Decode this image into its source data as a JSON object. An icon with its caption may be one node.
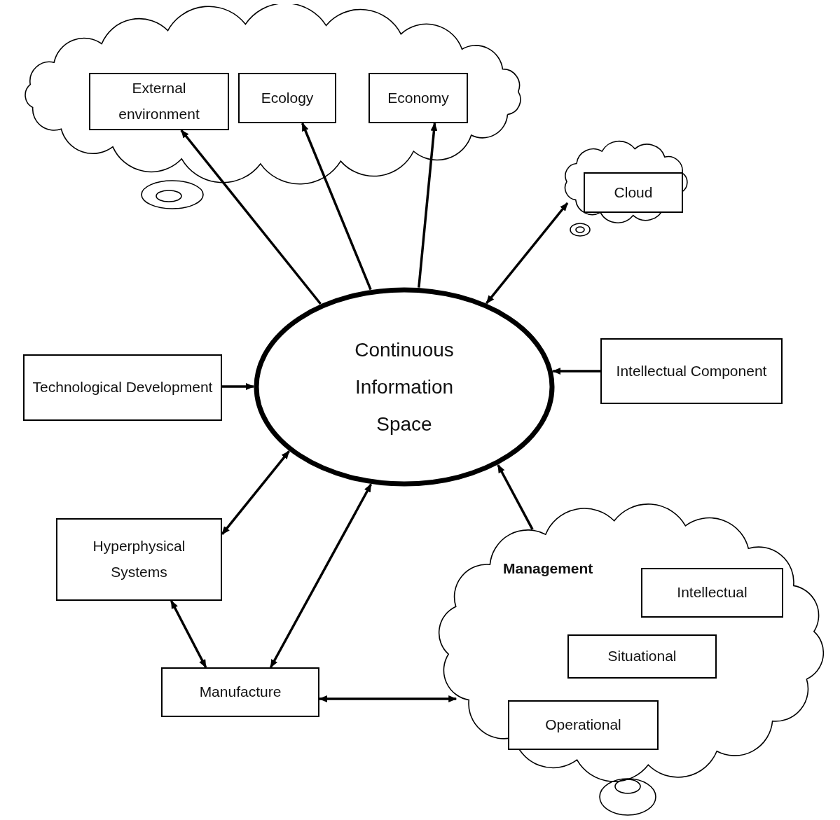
{
  "diagram": {
    "nodes": [
      {
        "text": [],
        "shape": "cloud"
      },
      {
        "text": [
          "External environment"
        ],
        "in": 0
      },
      {
        "text": [
          "Ecology"
        ],
        "in": 0
      },
      {
        "text": [
          "Economy"
        ],
        "in": 0
      },
      {
        "text": [],
        "shape": "cloud"
      },
      {
        "text": [
          "Cloud"
        ],
        "in": 4
      },
      {
        "text": [
          "Continuous Information Space"
        ]
      },
      {
        "text": [
          "Technological Development"
        ]
      },
      {
        "text": [
          "Intellectual Component"
        ]
      },
      {
        "text": [
          "Hyperphysical Systems"
        ]
      },
      {
        "text": [
          "Manufacture"
        ]
      },
      {
        "text": [
          "Management"
        ]
      },
      {
        "text": [
          "Intellectual"
        ],
        "in": 11
      },
      {
        "text": [
          "Situational"
        ],
        "in": 11
      },
      {
        "text": [
          "Operational"
        ],
        "in": 11
      }
    ],
    "edges": [
      {
        "from": 6,
        "to": 1,
        "arrow": "to"
      },
      {
        "from": 6,
        "to": 2,
        "arrow": "to"
      },
      {
        "from": 6,
        "to": 3,
        "arrow": "to"
      },
      {
        "from": 6,
        "to": 4,
        "arrow": "both"
      },
      {
        "from": 7,
        "to": 6,
        "arrow": "to"
      },
      {
        "from": 8,
        "to": 6,
        "arrow": "to"
      },
      {
        "from": 9,
        "to": 6,
        "arrow": "both"
      },
      {
        "from": 10,
        "to": 6,
        "arrow": "both"
      },
      {
        "from": 9,
        "to": 10,
        "arrow": "both"
      },
      {
        "from": 10,
        "to": 11,
        "arrow": "both"
      },
      {
        "from": 11,
        "to": 6,
        "arrow": "to"
      }
    ]
  }
}
